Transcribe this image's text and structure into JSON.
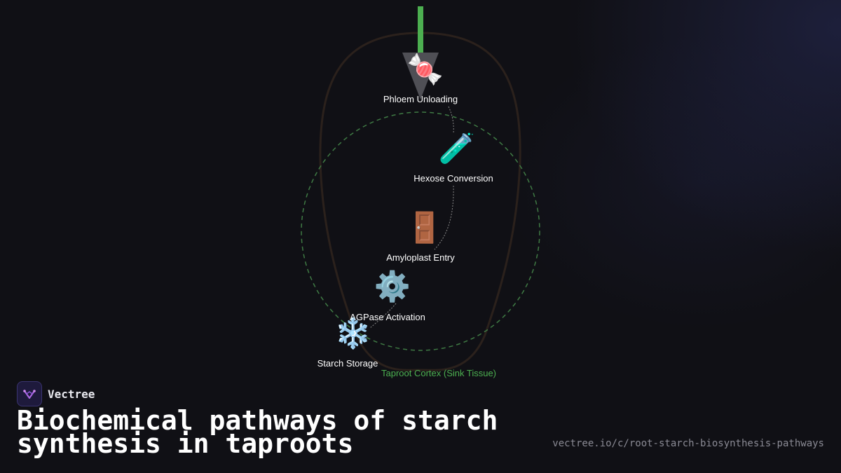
{
  "diagram": {
    "region_label": "Taproot Cortex (Sink Tissue)",
    "nodes": [
      {
        "label": "Phloem Unloading",
        "icon": "candy-icon",
        "glyph": "🍬"
      },
      {
        "label": "Hexose Conversion",
        "icon": "test-tube-icon",
        "glyph": "🧪"
      },
      {
        "label": "Amyloplast Entry",
        "icon": "door-icon",
        "glyph": "🚪"
      },
      {
        "label": "AGPase Activation",
        "icon": "gear-icon",
        "glyph": "⚙️"
      },
      {
        "label": "Starch Storage",
        "icon": "snowflake-icon",
        "glyph": "❄️"
      }
    ],
    "colors": {
      "phloem": "#4caf50",
      "region_label": "#4caf50",
      "tissue_ring": "#3f7a44",
      "root_outline": "#2b211c"
    }
  },
  "brand": {
    "name": "Vectree",
    "logo_icon": "vectree-logo-icon"
  },
  "title": "Biochemical pathways of starch synthesis in taproots",
  "url": "vectree.io/c/root-starch-biosynthesis-pathways"
}
